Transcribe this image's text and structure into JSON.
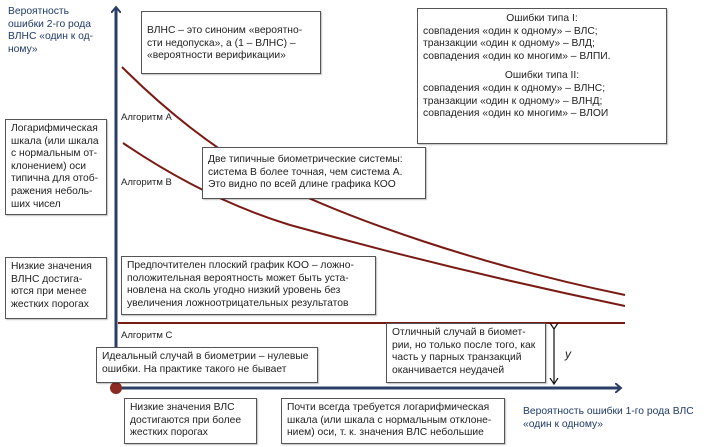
{
  "axes": {
    "y_label": [
      "Вероятность",
      "ошибки 2-го рода",
      "ВЛНС «один к од-",
      "ному»"
    ],
    "x_label": [
      "Вероятность ошибки 1-го рода ВЛС",
      "«один к одному»"
    ],
    "axis_color": "#2b3f66",
    "curve_color": "#7a1a14"
  },
  "curves": {
    "algorithm_a": "Алгоритм A",
    "algorithm_b": "Алгоритм B",
    "algorithm_c": "Алгоритм C"
  },
  "notes": {
    "vlns_synonym": [
      "ВЛНС – это синоним «вероятно-",
      "сти недопуска», а (1 – ВЛНС) –",
      "«вероятности верификации»"
    ],
    "error_types": {
      "type1_title": "Ошибки типа I:",
      "type1_lines": [
        "совпадения «один к одному» – ВЛС;",
        "транзакции «один к одному» – ВЛД;",
        "совпадения «один ко многим» – ВЛПИ."
      ],
      "type2_title": "Ошибки типа II:",
      "type2_lines": [
        "совпадения «один к одному» – ВЛНС;",
        "транзакции «один к одному» – ВЛНД;",
        "совпадения «один ко многим» – ВЛОИ"
      ]
    },
    "log_scale_y": [
      "Логарифмическая",
      "шкала (или шкала",
      "с нормальным от-",
      "клонением) оси",
      "типична для отоб-",
      "ражения неболь-",
      "ших чисел"
    ],
    "low_vlns": [
      "Низкие значения",
      "ВЛНС достига-",
      "ются при менее",
      "жестких порогах"
    ],
    "two_systems": [
      "Две типичные биометрические системы:",
      "система B более точная, чем система A.",
      "Это видно по всей длине графика КОО"
    ],
    "flat_roc": [
      "Предпочтителен плоский график КОО – ложно-",
      "положительная вероятность может быть уста-",
      "новлена на сколь угодно низкий уровень без",
      "увеличения ложноотрицательных результатов"
    ],
    "ideal_case": [
      "Идеальный случай в биометрии – нулевые",
      "ошибки. На практике такого не бывает"
    ],
    "excellent_case": [
      "Отличный случай в биомет-",
      "рии, но только после того, как",
      "часть y парных транзакций",
      "оканчивается неудачей"
    ],
    "y_marker": "y",
    "low_vls": [
      "Низкие значения ВЛС",
      "достигаются при более",
      "жестких порогах"
    ],
    "log_scale_x": [
      "Почти всегда требуется логарифмическая",
      "шкала (или шкала с нормальным отклоне-",
      "нием) оси, т. к. значения ВЛС небольшие"
    ]
  }
}
